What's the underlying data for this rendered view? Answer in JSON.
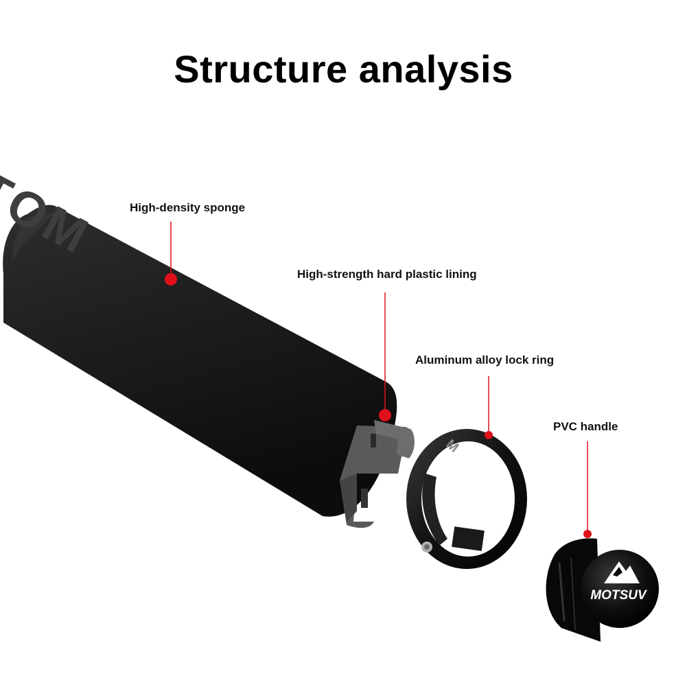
{
  "title": "Structure analysis",
  "labels": {
    "sponge": "High-density sponge",
    "lining": "High-strength hard plastic lining",
    "lock_ring": "Aluminum alloy lock ring",
    "handle": "PVC handle"
  },
  "logos": {
    "grip_brand": "MOTSUV",
    "cap_brand": "MOTSUV"
  },
  "colors": {
    "marker": "#e0101a",
    "sponge": "#1e1e1e",
    "lining": "#555555",
    "ring": "#0d0d0d",
    "cap": "#0a0a0a"
  }
}
